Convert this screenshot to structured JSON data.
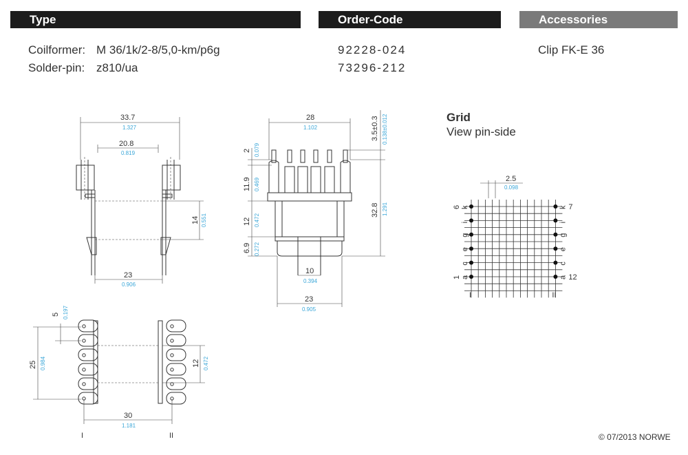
{
  "headers": {
    "type": "Type",
    "order_code": "Order-Code",
    "accessories": "Accessories"
  },
  "rows": [
    {
      "label": "Coilformer:",
      "value": "M 36/1k/2-8/5,0-km/p6g",
      "code": "92228-024",
      "accessory": "Clip FK-E 36"
    },
    {
      "label": "Solder-pin:",
      "value": "z810/ua",
      "code": "73296-212"
    }
  ],
  "grid": {
    "title": "Grid",
    "subtitle": "View pin-side",
    "pitch_mm": "2.5",
    "pitch_in": "0.098",
    "left_nums": [
      "6",
      "1"
    ],
    "right_nums": [
      "7",
      "12"
    ],
    "left_letters": [
      "k",
      "i",
      "g",
      "e",
      "c",
      "a"
    ],
    "right_letters": [
      "k",
      "i",
      "g",
      "e",
      "c",
      "a"
    ],
    "side_left": "I",
    "side_right": "II"
  },
  "dims": {
    "front_width": "33.7",
    "front_width_in": "1.327",
    "front_inner": "20.8",
    "front_inner_in": "0.819",
    "front_height": "14",
    "front_height_in": "0.551",
    "front_base": "23",
    "front_base_in": "0.906",
    "side_top": "28",
    "side_top_in": "1.102",
    "side_pin_tol": "3.5±0.3",
    "side_pin_tol_in": "0.138±0.012",
    "side_h2": "2",
    "side_h2_in": "0.079",
    "side_h119": "11.9",
    "side_h119_in": "0.469",
    "side_h12": "12",
    "side_h12_in": "0.472",
    "side_h69": "6.9",
    "side_h69_in": "0.272",
    "side_h328": "32.8",
    "side_h328_in": "1.291",
    "side_b10": "10",
    "side_b10_in": "0.394",
    "side_b23": "23",
    "side_b23_in": "0.905",
    "top_h5": "5",
    "top_h5_in": "0.197",
    "top_h25": "25",
    "top_h25_in": "0.984",
    "top_h12": "12",
    "top_h12_in": "0.472",
    "top_w30": "30",
    "top_w30_in": "1.181",
    "top_side_left": "I",
    "top_side_right": "II"
  },
  "footer": {
    "copyright": "© 07/2013 NORWE"
  }
}
